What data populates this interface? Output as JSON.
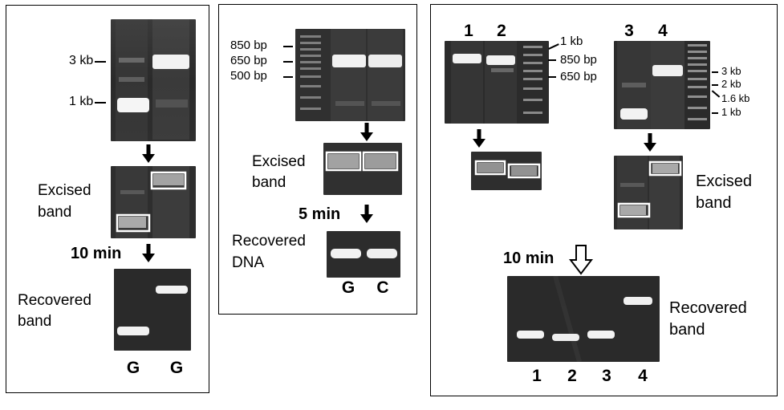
{
  "panel_a": {
    "size_markers": [
      "3 kb",
      "1 kb"
    ],
    "excised_label": [
      "Excised",
      "band"
    ],
    "time_label": "10 min",
    "recovered_label": [
      "Recovered",
      "band"
    ],
    "lane_labels": [
      "G",
      "G"
    ]
  },
  "panel_b": {
    "size_markers": [
      "850 bp",
      "650 bp",
      "500 bp"
    ],
    "excised_label": [
      "Excised",
      "band"
    ],
    "time_label": "5 min",
    "recovered_label": [
      "Recovered",
      "DNA"
    ],
    "lane_labels": [
      "G",
      "C"
    ]
  },
  "panel_c": {
    "top_lane_labels_left": [
      "1",
      "2"
    ],
    "size_markers_left": [
      "1 kb",
      "850 bp",
      "650 bp"
    ],
    "top_lane_labels_right": [
      "3",
      "4"
    ],
    "size_markers_right": [
      "3 kb",
      "2 kb",
      "1.6 kb",
      "1 kb"
    ],
    "excised_label": [
      "Excised",
      "band"
    ],
    "time_label": "10 min",
    "recovered_label": [
      "Recovered",
      "band"
    ],
    "bottom_lane_labels": [
      "1",
      "2",
      "3",
      "4"
    ]
  },
  "colors": {
    "gel_background": "#262626",
    "band": "#f2f2f2",
    "excision_box": "#ffffff"
  }
}
